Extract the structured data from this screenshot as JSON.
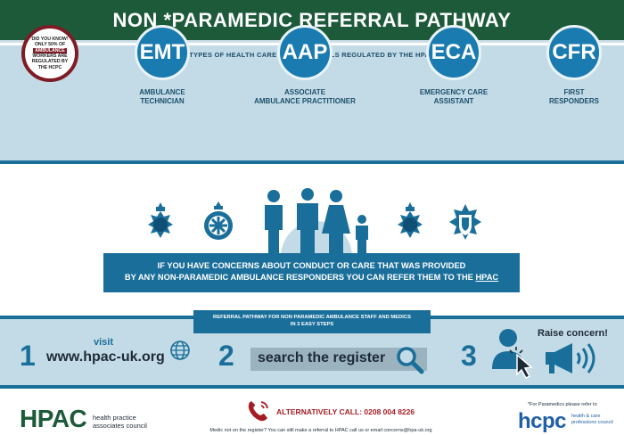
{
  "header": {
    "title": "NON *PARAMEDIC REFERRAL PATHWAY"
  },
  "types": {
    "heading": "TYPES OF HEALTH CARE PROFESSIONALS REGULATED BY THE HPAC",
    "did_you_know": [
      "DID YOU KNOW!",
      "ONLY 50% OF",
      "AMBULANCE",
      "WORKERS ARE",
      "REGULATED BY",
      "THE HCPC"
    ],
    "roles": [
      {
        "abbr": "EMT",
        "line1": "AMBULANCE",
        "line2": "TECHNICIAN"
      },
      {
        "abbr": "AAP",
        "line1": "ASSOCIATE",
        "line2": "AMBULANCE PRACTITIONER"
      },
      {
        "abbr": "ECA",
        "line1": "EMERGENCY CARE",
        "line2": "ASSISTANT"
      },
      {
        "abbr": "CFR",
        "line1": "FIRST",
        "line2": "RESPONDERS"
      }
    ]
  },
  "concern": {
    "line1": "IF YOU HAVE CONCERNS ABOUT CONDUCT OR CARE THAT WAS PROVIDED",
    "line2": "BY ANY NON-PARAMEDIC AMBULANCE RESPONDERS YOU CAN REFER THEM TO THE",
    "link": "HPAC"
  },
  "steps": {
    "tab_line1": "REFERRAL PATHWAY FOR NON PARAMEDIC AMBULANCE STAFF AND MEDICS",
    "tab_line2": "IN 3 EASY STEPS",
    "step1": {
      "num": "1",
      "visit": "visit",
      "url": "www.hpac-uk.org",
      "icon": "globe-icon"
    },
    "step2": {
      "num": "2",
      "text": "search the register",
      "icon": "magnifier-icon"
    },
    "step3": {
      "num": "3",
      "text": "Raise concern!",
      "icons": [
        "person-click-icon",
        "megaphone-icon"
      ]
    }
  },
  "footer": {
    "hpac_logo": "HPAC",
    "hpac_sub": "health practice associates council",
    "alt_call": "ALTERNATIVELY CALL: 0208 004 8226",
    "note": "Medic not on the register? You can still make a referral to HPAC call us or email concerns@hpa-uk.org",
    "para_note": "*For Paramedics please refer to",
    "hcpc_logo": "hcpc",
    "hcpc_sub": "health & care professions council"
  },
  "colors": {
    "green": "#1d5a3a",
    "blue": "#1a6f9a",
    "light_blue": "#c3dbe6",
    "red": "#a51d24",
    "maroon": "#7d1c25"
  }
}
